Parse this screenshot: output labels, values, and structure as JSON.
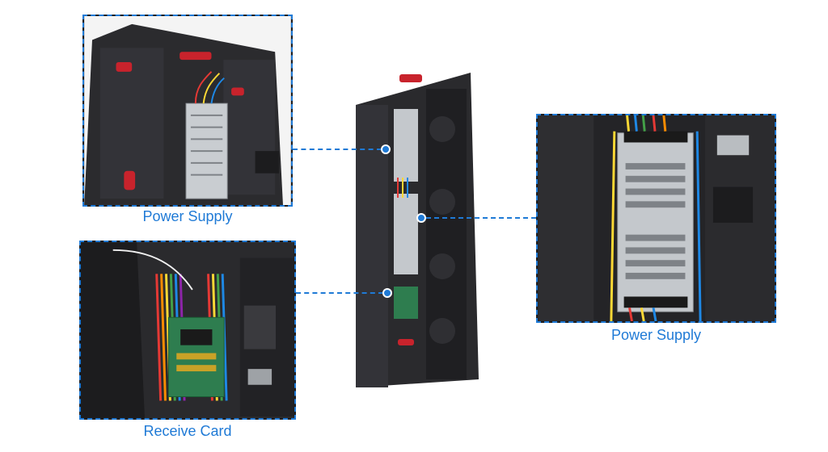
{
  "callouts": {
    "top_left": {
      "caption": "Power Supply"
    },
    "bottom_left": {
      "caption": "Receive Card"
    },
    "right": {
      "caption": "Power Supply"
    }
  },
  "colors": {
    "accent": "#1f7ad6",
    "cabinet": "#2a2a2d",
    "psu_silver": "#bfc3c7",
    "handle_red": "#c8232c",
    "ribbon": [
      "#e53935",
      "#fdd835",
      "#43a047",
      "#1e88e5",
      "#8e24aa",
      "#fb8c00"
    ]
  }
}
